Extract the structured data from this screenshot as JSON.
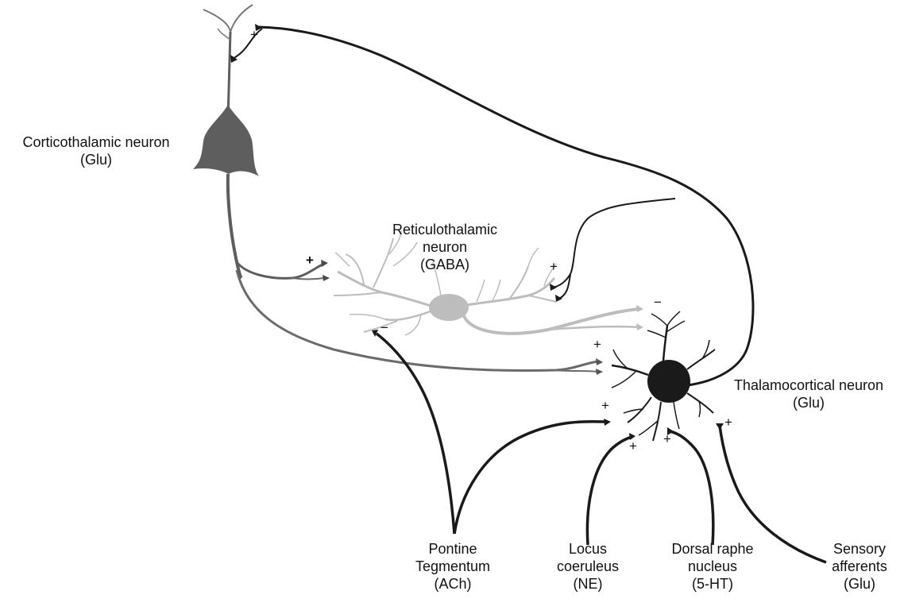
{
  "labels": {
    "corticothalamic": {
      "line1": "Corticothalamic neuron",
      "line2": "(Glu)"
    },
    "reticulothalamic": {
      "line1": "Reticulothalamic",
      "line2": "neuron",
      "line3": "(GABA)"
    },
    "thalamocortical": {
      "line1": "Thalamocortical neuron",
      "line2": "(Glu)"
    },
    "pontine": {
      "line1": "Pontine",
      "line2": "Tegmentum",
      "line3": "(ACh)"
    },
    "locus": {
      "line1": "Locus",
      "line2": "coeruleus",
      "line3": "(NE)"
    },
    "raphe": {
      "line1": "Dorsal raphe",
      "line2": "nucleus",
      "line3": "(5-HT)"
    },
    "sensory": {
      "line1": "Sensory",
      "line2": "afferents",
      "line3": "(Glu)"
    }
  },
  "signs": {
    "excitatory": "+",
    "inhibitory": "−"
  },
  "colors": {
    "corticothalamic_neuron": "#5e5e5e",
    "reticulothalamic_neuron": "#bdbdbd",
    "thalamocortical_neuron": "#1a1a1a",
    "afferent_pathways": "#1a1a1a"
  }
}
